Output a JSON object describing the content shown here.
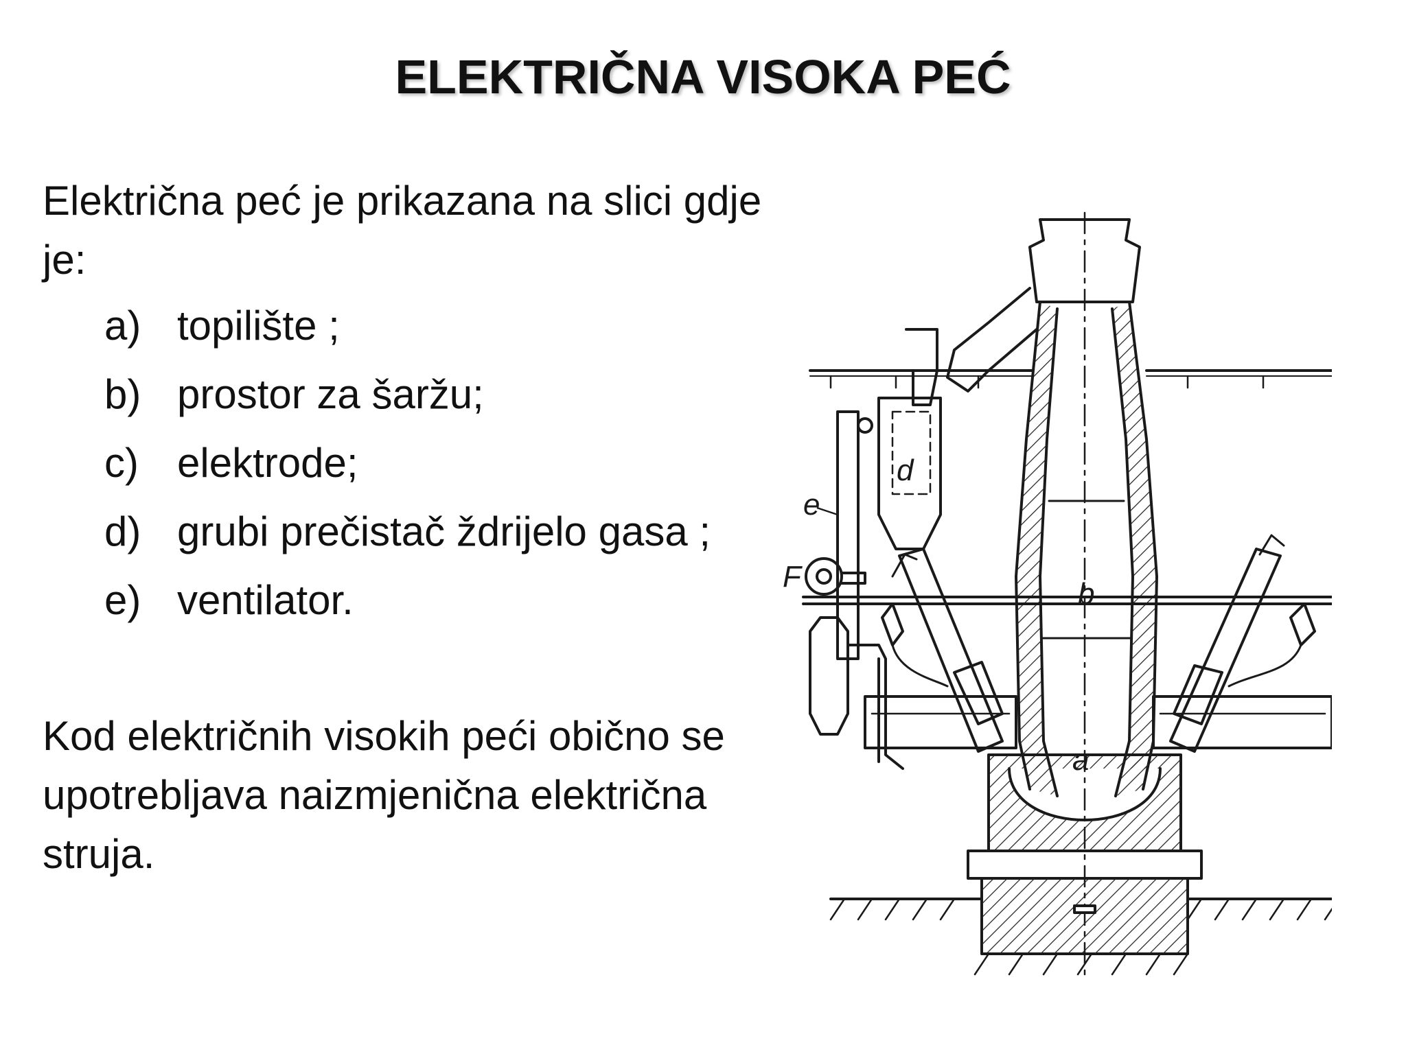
{
  "slide": {
    "title": "ELEKTRIČNA VISOKA PEĆ",
    "intro": "Električna peć je prikazana na slici gdje je:",
    "items": [
      {
        "marker": "a)",
        "text": "topilište ;"
      },
      {
        "marker": "b)",
        "text": "prostor za šaržu;"
      },
      {
        "marker": "c)",
        "text": "elektrode;"
      },
      {
        "marker": "d)",
        "text": "grubi prečistač ždrijelo gasa ;"
      },
      {
        "marker": "e)",
        "text": "ventilator."
      }
    ],
    "outro": "Kod električnih visokih peći obično se upotrebljava naizmjenična električna struja."
  },
  "figure": {
    "labels": {
      "a": "a",
      "b": "b",
      "d": "d",
      "e": "e",
      "F": "F"
    }
  }
}
